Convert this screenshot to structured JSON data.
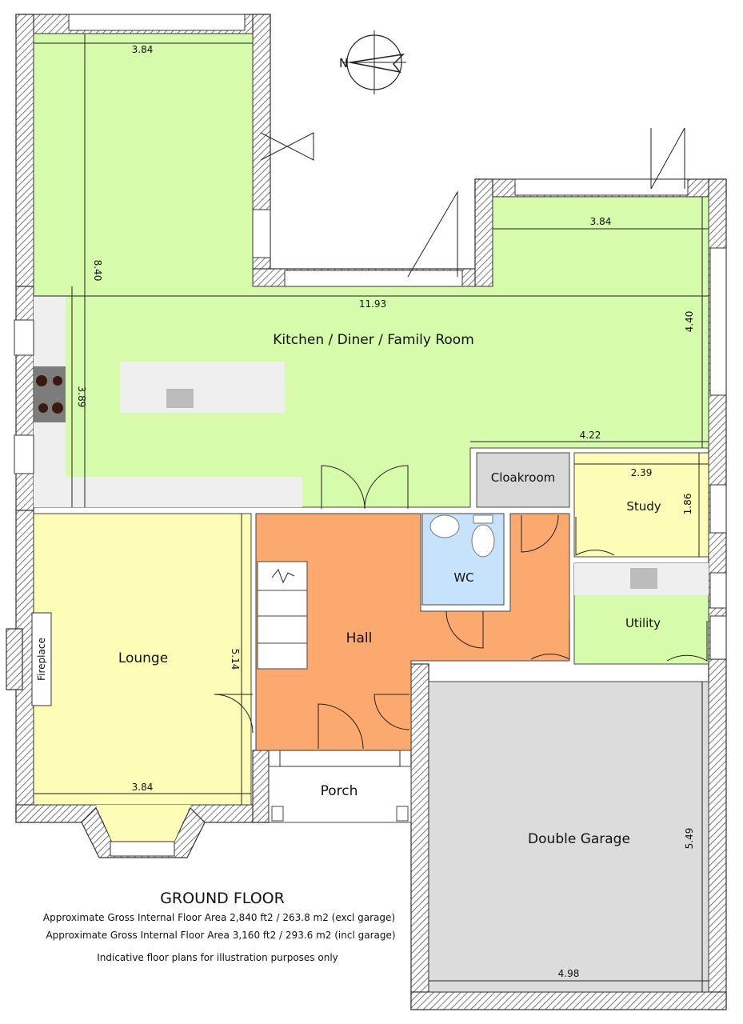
{
  "plan": {
    "rooms": {
      "kitchen": "Kitchen / Diner / Family Room",
      "cloakroom": "Cloakroom",
      "study": "Study",
      "wc": "WC",
      "utility": "Utility",
      "hall": "Hall",
      "lounge": "Lounge",
      "porch": "Porch",
      "garage": "Double Garage",
      "fireplace": "Fireplace"
    },
    "dimensions": {
      "kitchen_top_width": "3.84",
      "kitchen_left_height": "8.40",
      "kitchen_total_width": "11.93",
      "kitchen_left_inner": "3.89",
      "family_width": "3.84",
      "family_height": "4.40",
      "kitchen_lower_width": "4.22",
      "study_width": "2.39",
      "study_height": "1.86",
      "lounge_height": "5.14",
      "lounge_width": "3.84",
      "garage_height": "5.49",
      "garage_width": "4.98"
    },
    "compass": {
      "letter": "N"
    },
    "colors": {
      "kitchen": "#d6fbab",
      "lounge": "#fdfdb8",
      "hall": "#fba96e",
      "wc": "#c6e3fb",
      "cloakroom": "#d8d8d8",
      "study": "#fdfdb8",
      "utility": "#d6fbab",
      "garage": "#dcdcdc",
      "wall_hatch": "#555555"
    }
  },
  "info": {
    "title": "GROUND FLOOR",
    "line1": "Approximate Gross Internal Floor Area 2,840 ft2 / 263.8 m2  (excl garage)",
    "line2": "Approximate Gross Internal Floor Area 3,160 ft2 / 293.6 m2  (incl garage)",
    "line3": "Indicative floor plans for illustration purposes only"
  }
}
